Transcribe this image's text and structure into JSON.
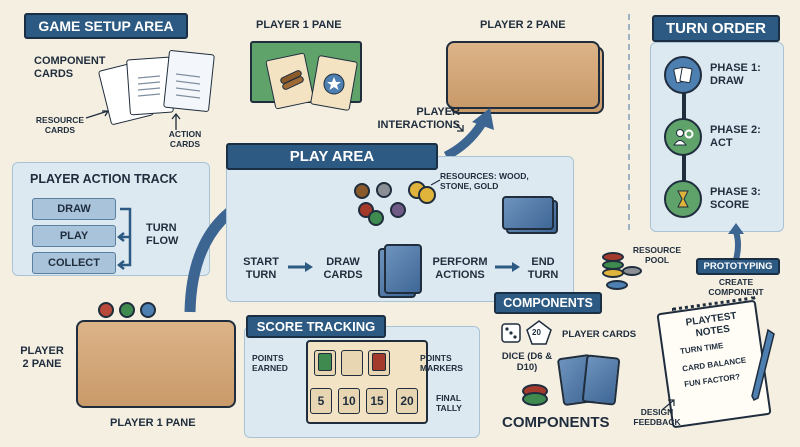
{
  "game_setup": {
    "title": "GAME SETUP AREA",
    "component_cards": "COMPONENT CARDS",
    "resource_cards": "RESOURCE CARDS",
    "action_cards": "ACTION CARDS"
  },
  "player1_pane_top": "PLAYER 1 PANE",
  "player2_pane_top": "PLAYER 2 PANE",
  "player_interactions": "PLAYER INTERACTIONS",
  "player_action_track": {
    "title": "PLAYER ACTION TRACK",
    "steps": [
      "DRAW",
      "PLAY",
      "COLLECT"
    ],
    "turn_flow": "TURN FLOW"
  },
  "play_area": {
    "title": "PLAY AREA",
    "resources": "RESOURCES: WOOD, STONE, GOLD",
    "flow": [
      "START TURN",
      "DRAW CARDS",
      "PERFORM ACTIONS",
      "END TURN"
    ]
  },
  "player2_pane_bottom": "PLAYER 2 PANE",
  "player1_pane_bottom": "PLAYER 1 PANE",
  "score_tracking": {
    "title": "SCORE TRACKING",
    "points_earned": "POINTS EARNED",
    "points_markers": "POINTS MARKERS",
    "final_tally": "FINAL TALLY",
    "values": [
      "5",
      "10",
      "15",
      "20"
    ]
  },
  "components": {
    "title": "COMPONENTS",
    "dice": "DICE (D6 & D10)",
    "player_cards": "PLAYER CARDS",
    "footer": "COMPONENTS",
    "die_face": "20"
  },
  "resource_pool": "RESOURCE POOL",
  "turn_order": {
    "title": "TURN ORDER",
    "phases": [
      "PHASE 1: DRAW",
      "PHASE 2: ACT",
      "PHASE 3: SCORE"
    ]
  },
  "prototyping": {
    "title": "PROTOTYPING",
    "create_component": "CREATE COMPONENT",
    "notes_title": "PLAYTEST NOTES",
    "notes": [
      "TURN TIME",
      "CARD BALANCE",
      "FUN FACTOR?"
    ],
    "design_feedback": "DESIGN FEEDBACK"
  },
  "colors": {
    "banner": "#2d5a82",
    "panel": "#dde9f1",
    "wood": "#c99a6a",
    "phase_green": "#5fa36b",
    "phase_blue": "#4d7fb0",
    "phase_yellow": "#e0b43a"
  }
}
